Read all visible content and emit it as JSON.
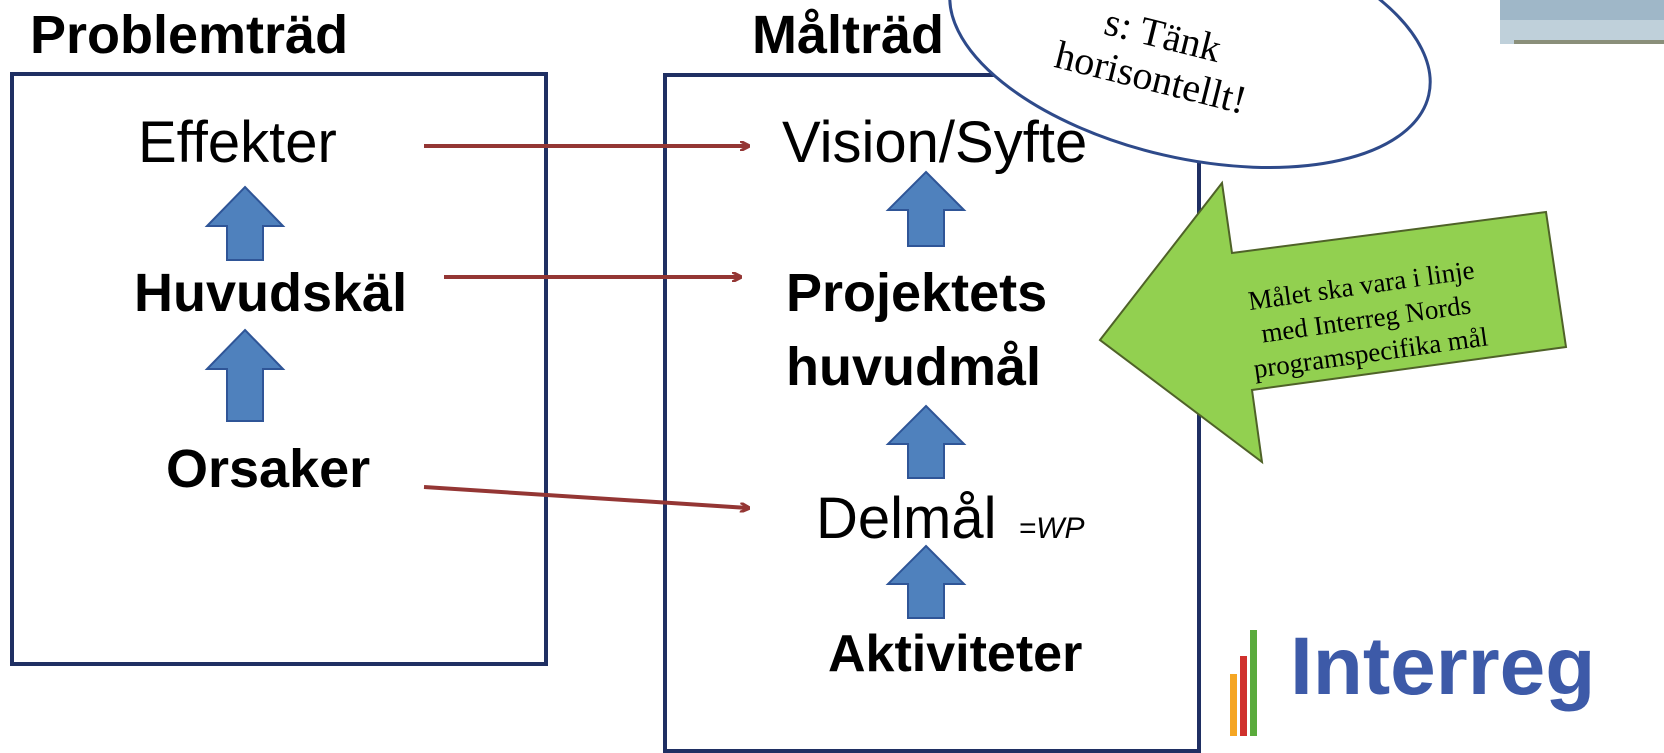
{
  "problem_tree": {
    "heading": "Problemträd",
    "effects": "Effekter",
    "main_cause": "Huvudskäl",
    "causes": "Orsaker"
  },
  "goal_tree": {
    "heading": "Målträd",
    "vision": "Vision/Syfte",
    "main_goal_line1": "Projektets",
    "main_goal_line2": "huvudmål",
    "sub_goal": "Delmål",
    "sub_goal_note": "=WP",
    "activities": "Aktiviteter"
  },
  "speech_bubble": {
    "line1": "s: Tänk",
    "line2": "horisontellt!"
  },
  "callout": {
    "line1": "Målet ska vara i linje",
    "line2": "med Interreg Nords",
    "line3": "programspecifika mål"
  },
  "logo": {
    "text": "Interreg"
  },
  "colors": {
    "box_border": "#1f2f63",
    "up_arrow": "#4f81bd",
    "up_arrow_border": "#2f5597",
    "link_arrow": "#943634",
    "callout_fill": "#92d050",
    "callout_border": "#4f6228",
    "bubble_border": "#2e4a8a",
    "logo_text": "#3d5aa8"
  }
}
